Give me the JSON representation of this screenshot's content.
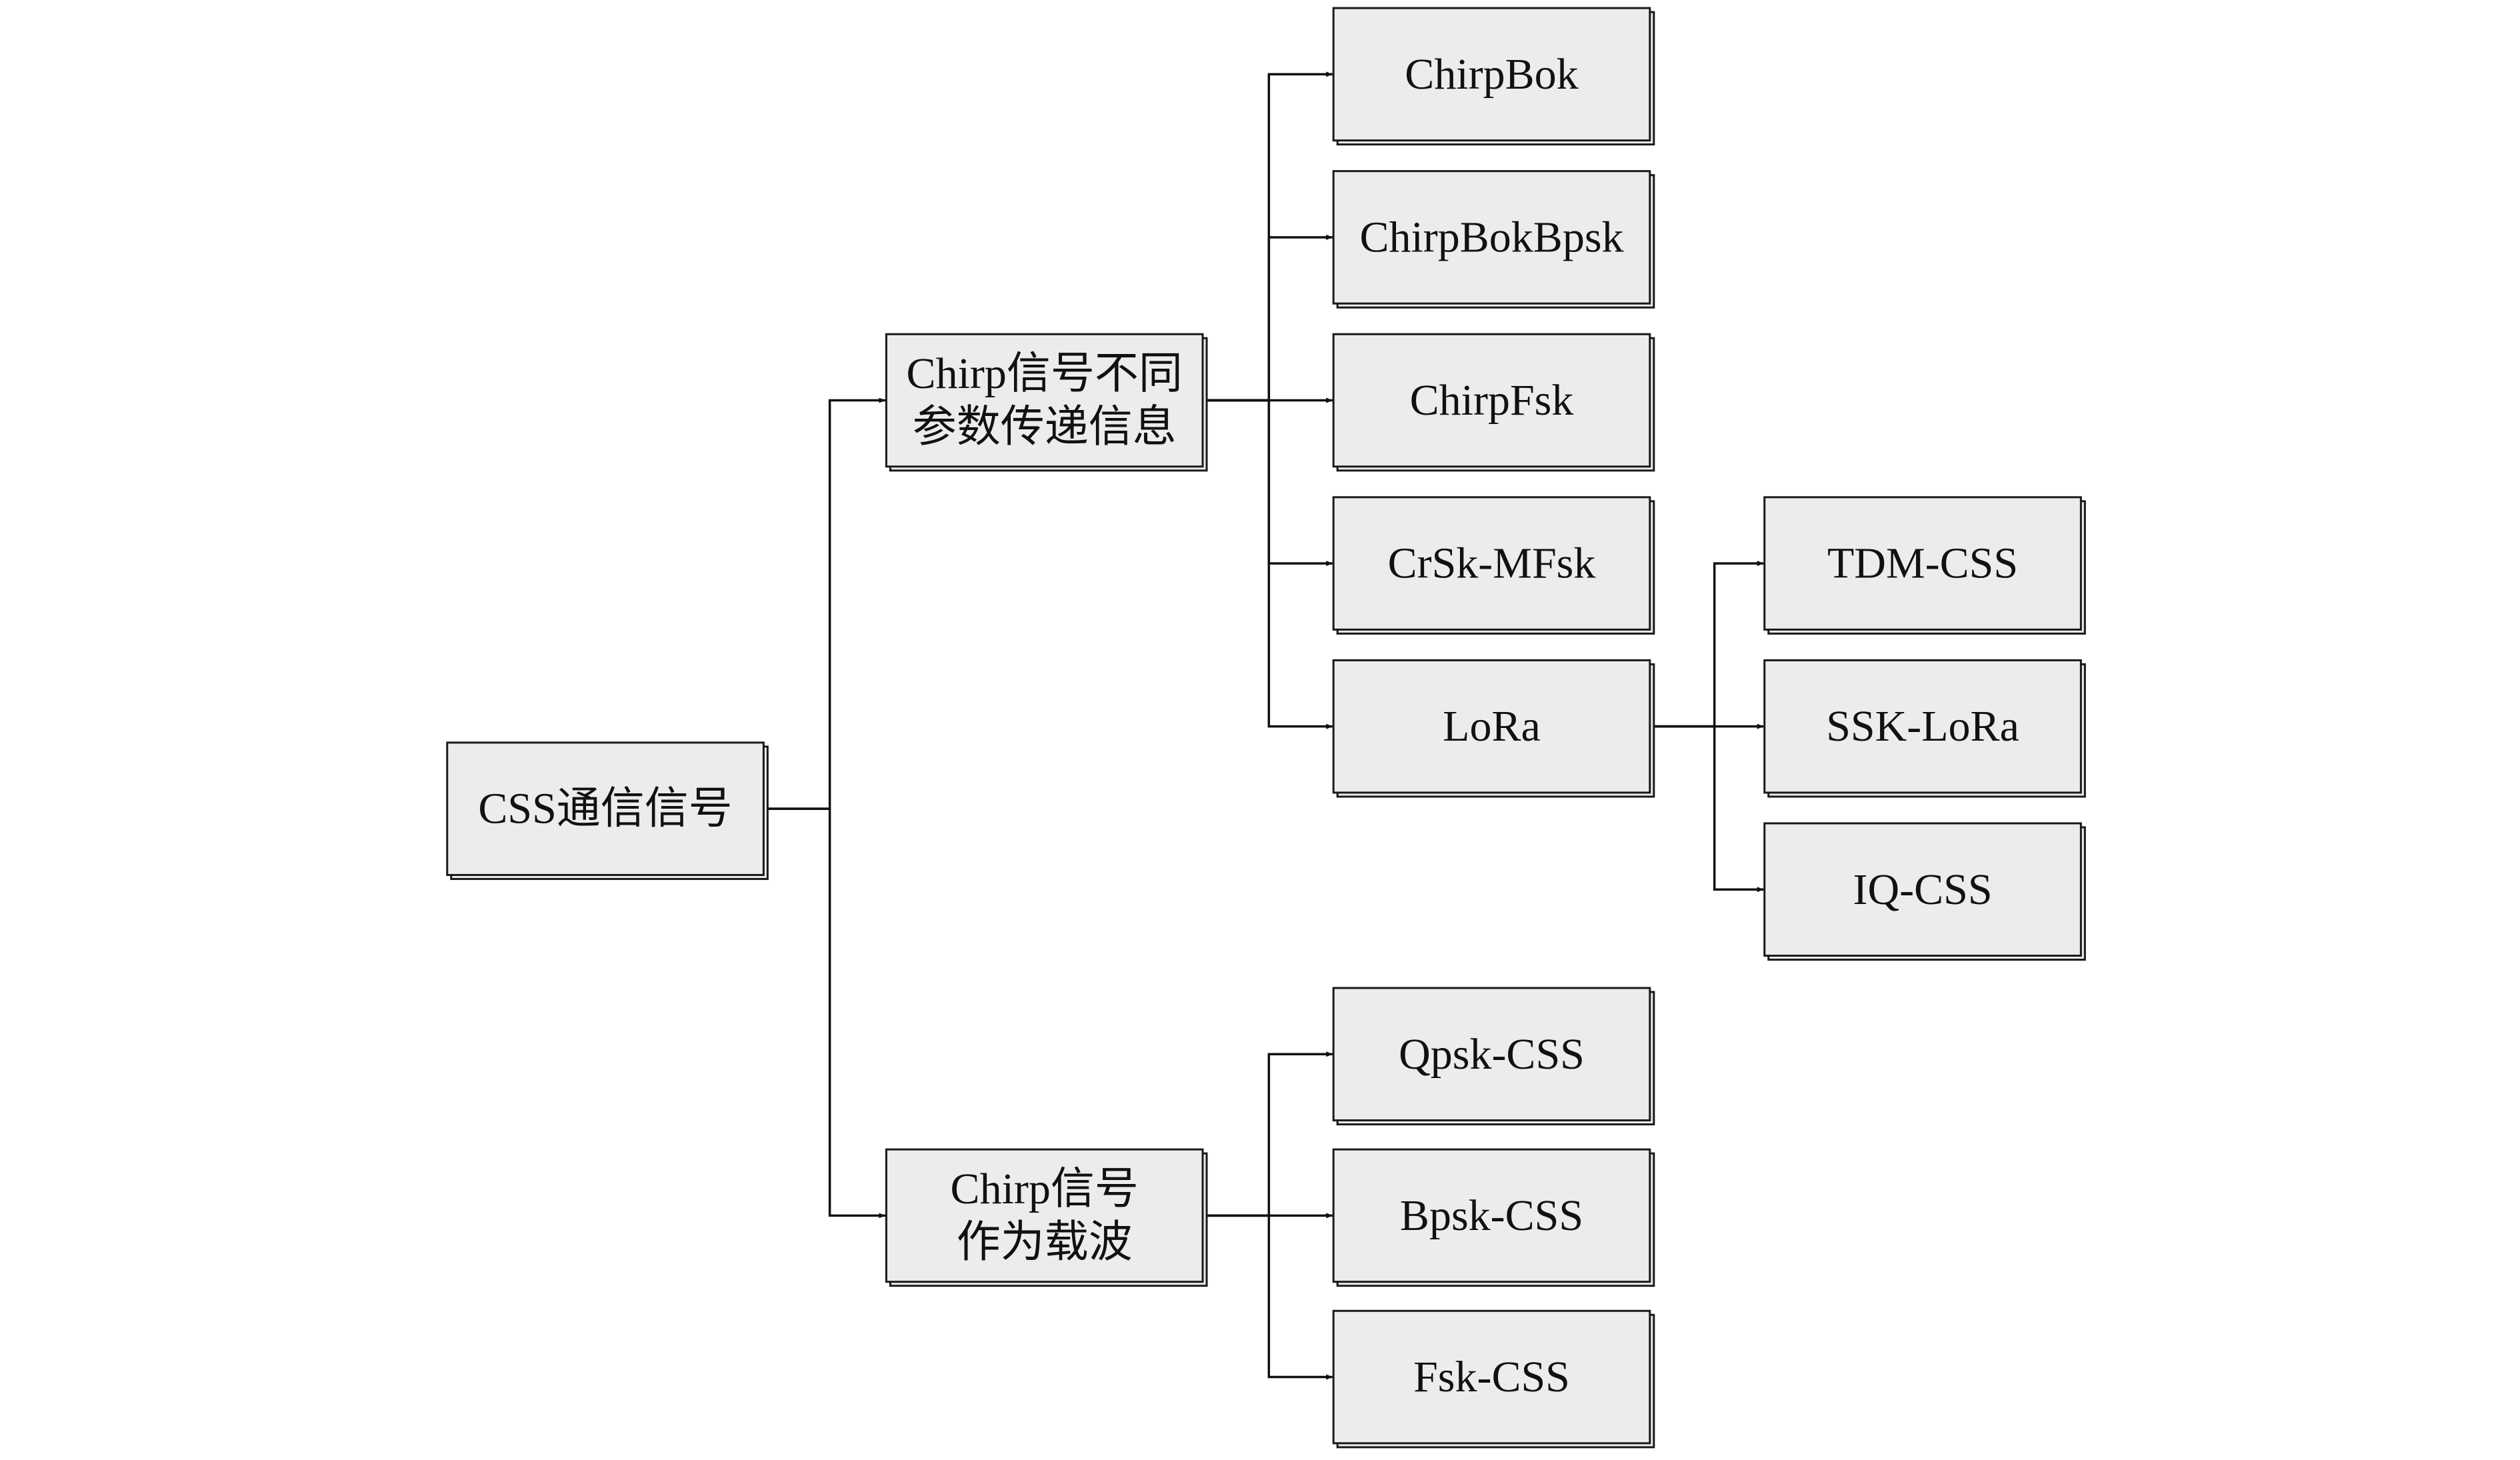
{
  "nodes": {
    "root": {
      "lines": [
        "CSS通信信号"
      ]
    },
    "branch_param": {
      "lines": [
        "Chirp信号不同",
        "参数传递信息"
      ]
    },
    "branch_carrier": {
      "lines": [
        "Chirp信号",
        "作为载波"
      ]
    },
    "chirpbok": {
      "lines": [
        "ChirpBok"
      ]
    },
    "chirpbokbpsk": {
      "lines": [
        "ChirpBokBpsk"
      ]
    },
    "chirpfsk": {
      "lines": [
        "ChirpFsk"
      ]
    },
    "crsk_mfsk": {
      "lines": [
        "CrSk-MFsk"
      ]
    },
    "lora": {
      "lines": [
        "LoRa"
      ]
    },
    "tdm_css": {
      "lines": [
        "TDM-CSS"
      ]
    },
    "ssk_lora": {
      "lines": [
        "SSK-LoRa"
      ]
    },
    "iq_css": {
      "lines": [
        "IQ-CSS"
      ]
    },
    "qpsk_css": {
      "lines": [
        "Qpsk-CSS"
      ]
    },
    "bpsk_css": {
      "lines": [
        "Bpsk-CSS"
      ]
    },
    "fsk_css": {
      "lines": [
        "Fsk-CSS"
      ]
    }
  },
  "edges": [
    {
      "from": "root",
      "to": "branch_param"
    },
    {
      "from": "root",
      "to": "branch_carrier"
    },
    {
      "from": "branch_param",
      "to": "chirpbok"
    },
    {
      "from": "branch_param",
      "to": "chirpbokbpsk"
    },
    {
      "from": "branch_param",
      "to": "chirpfsk"
    },
    {
      "from": "branch_param",
      "to": "crsk_mfsk"
    },
    {
      "from": "branch_param",
      "to": "lora"
    },
    {
      "from": "lora",
      "to": "tdm_css"
    },
    {
      "from": "lora",
      "to": "ssk_lora"
    },
    {
      "from": "lora",
      "to": "iq_css"
    },
    {
      "from": "branch_carrier",
      "to": "qpsk_css"
    },
    {
      "from": "branch_carrier",
      "to": "bpsk_css"
    },
    {
      "from": "branch_carrier",
      "to": "fsk_css"
    }
  ]
}
